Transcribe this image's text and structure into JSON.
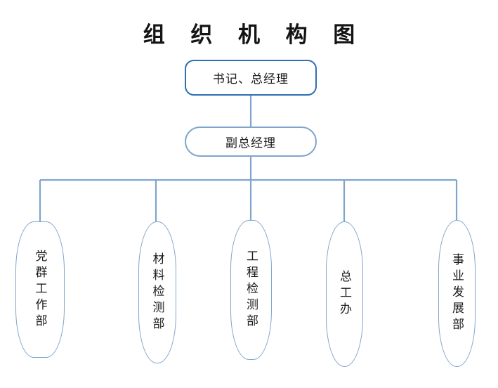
{
  "chart": {
    "title": "组 织 机 构 图",
    "title_plain": "组织机构图",
    "type": "org-chart",
    "accent_color_primary": "#2E6FB4",
    "accent_color_secondary": "#7FA5CC",
    "background": "#ffffff"
  },
  "nodes": {
    "top": {
      "label": "书记、总经理",
      "level": 1
    },
    "deputy": {
      "label": "副总经理",
      "level": 2
    },
    "departments": [
      {
        "label": "党群工作部",
        "level": 3
      },
      {
        "label": "材料检测部",
        "level": 3
      },
      {
        "label": "工程检测部",
        "level": 3
      },
      {
        "label": "总工办",
        "level": 3
      },
      {
        "label": "事业发展部",
        "level": 3
      }
    ]
  },
  "edges": [
    {
      "from": "书记、总经理",
      "to": "副总经理"
    },
    {
      "from": "副总经理",
      "to": "党群工作部"
    },
    {
      "from": "副总经理",
      "to": "材料检测部"
    },
    {
      "from": "副总经理",
      "to": "工程检测部"
    },
    {
      "from": "副总经理",
      "to": "总工办"
    },
    {
      "from": "副总经理",
      "to": "事业发展部"
    }
  ]
}
